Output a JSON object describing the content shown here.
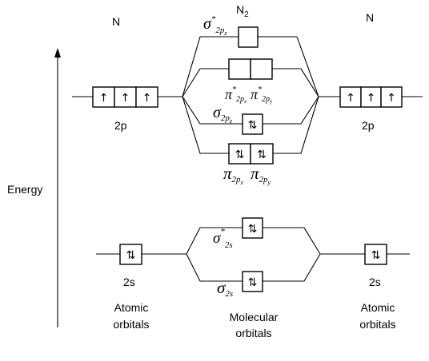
{
  "labels": {
    "atom_left": "N",
    "atom_right": "N",
    "molecule": "N",
    "molecule_sub": "2",
    "energy": "Energy",
    "p_left": "2p",
    "p_right": "2p",
    "s_left": "2s",
    "s_right": "2s",
    "atomic_left_1": "Atomic",
    "atomic_left_2": "orbitals",
    "atomic_right_1": "Atomic",
    "atomic_right_2": "orbitals",
    "molecular_1": "Molecular",
    "molecular_2": "orbitals"
  },
  "orbital_labels": {
    "sigma_star_2pz": {
      "symbol": "σ",
      "sup": "*",
      "sub": "2p",
      "subsub": "z"
    },
    "pi_star_2px": {
      "symbol": "π",
      "sup": "*",
      "sub": "2p",
      "subsub": "x"
    },
    "pi_star_2py": {
      "symbol": "π",
      "sup": "*",
      "sub": "2p",
      "subsub": "y"
    },
    "sigma_2pz": {
      "symbol": "σ",
      "sub": "2p",
      "subsub": "z"
    },
    "pi_2px": {
      "symbol": "π",
      "sub": "2p",
      "subsub": "x"
    },
    "pi_2py": {
      "symbol": "π",
      "sub": "2p",
      "subsub": "y"
    },
    "sigma_star_2s": {
      "symbol": "σ",
      "sup": "*",
      "sub": "2s"
    },
    "sigma_2s": {
      "symbol": "σ",
      "sub": "2s"
    }
  },
  "electrons": {
    "atom_2p_left": [
      "↑",
      "↑",
      "↑"
    ],
    "atom_2p_right": [
      "↑",
      "↑",
      "↑"
    ],
    "atom_2s_left": [
      "⇅"
    ],
    "atom_2s_right": [
      "⇅"
    ],
    "mo_sigma_star_2pz": [
      ""
    ],
    "mo_pi_star_2p": [
      "",
      ""
    ],
    "mo_sigma_2pz": [
      "⇅"
    ],
    "mo_pi_2p": [
      "⇅",
      "⇅"
    ],
    "mo_sigma_star_2s": [
      "⇅"
    ],
    "mo_sigma_2s": [
      "⇅"
    ]
  }
}
